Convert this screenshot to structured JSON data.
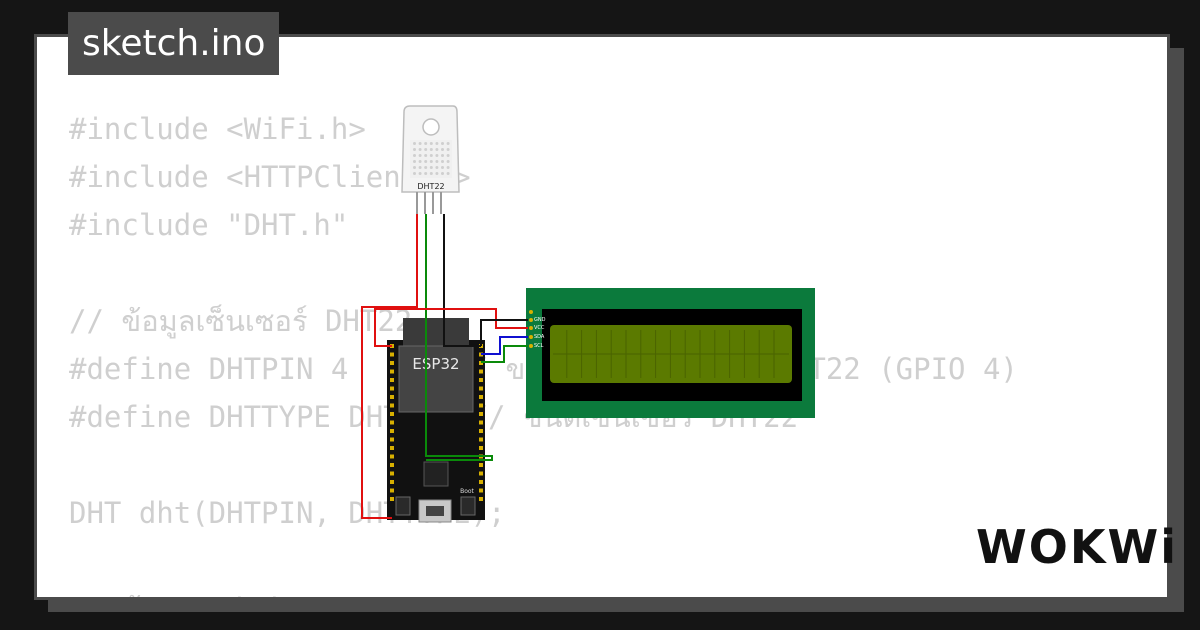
{
  "tab": {
    "filename": "sketch.ino"
  },
  "code": {
    "lines": [
      "#include <WiFi.h>",
      "#include <HTTPClient.h>",
      "#include \"DHT.h\"",
      "",
      "// ข้อมูลเซ็นเซอร์ DHT22",
      "#define DHTPIN 4      // ขาเชื่อมต่อเซ็นเซอร์ DHT22 (GPIO 4)",
      "#define DHTTYPE DHT22  // ชนิดเซ็นเซอร์ DHT22",
      "",
      "DHT dht(DHTPIN, DHTTYPE);",
      "",
      "// ข้อมูล WiFi"
    ]
  },
  "components": {
    "dht_label": "DHT22",
    "esp_label": "ESP32",
    "boot_label": "Boot",
    "lcd_pins": [
      "GND",
      "VCC",
      "SDA",
      "SCL"
    ]
  },
  "branding": {
    "logo": "WOKWi"
  },
  "colors": {
    "lcd_board": "#0b7a3c",
    "lcd_screen": "#5b7a00",
    "wire_red": "#e01010",
    "wire_green": "#0a8a0a",
    "wire_black": "#111111",
    "wire_blue": "#1010d0"
  }
}
